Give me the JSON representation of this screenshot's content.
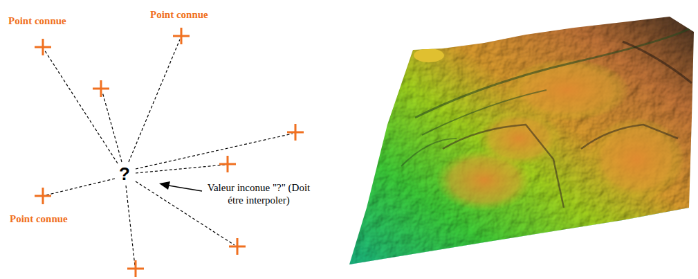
{
  "diagram": {
    "labels": [
      "Point connue",
      "Point connue",
      "?",
      "Valeur inconue \"?\" (Doit étre interpoler)",
      "Point connue"
    ]
  }
}
